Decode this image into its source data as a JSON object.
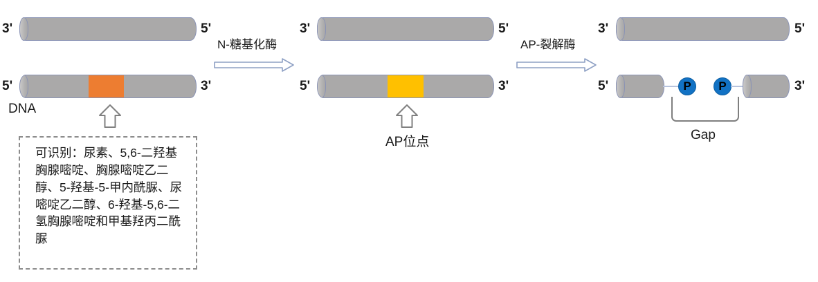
{
  "diagram": {
    "title": "DNA base excision repair: N-glycosylase and AP-lyase steps",
    "colors": {
      "strand": "#aaa9a9",
      "strand_border": "#8a93b5",
      "damaged_base": "#ed7d31",
      "ap_site": "#ffc000",
      "phosphate": "#1272c4",
      "bracket": "#7f7f7f",
      "dashed_box": "#8c8c8c",
      "arrow": "#8ea0c4"
    },
    "panels": [
      {
        "id": "panel-1",
        "name": "damaged-dna",
        "top_strand": {
          "left_end": "3'",
          "right_end": "5'"
        },
        "bottom_strand": {
          "left_end": "5'",
          "right_end": "3'"
        },
        "molecule_label": "DNA",
        "segment_label": "damaged-base",
        "pointer": "up-arrow",
        "note_box": {
          "text": "可识别：尿素、5,6-二羟基胸腺嘧啶、胸腺嘧啶乙二醇、5-羟基-5-甲内酰脲、尿嘧啶乙二醇、6-羟基-5,6-二氢胸腺嘧啶和甲基羟丙二酰脲"
        }
      },
      {
        "id": "panel-2",
        "name": "ap-site-dna",
        "top_strand": {
          "left_end": "3'",
          "right_end": "5'"
        },
        "bottom_strand": {
          "left_end": "5'",
          "right_end": "3'"
        },
        "segment_label": "ap-site",
        "pointer": "up-arrow",
        "caption": "AP位点"
      },
      {
        "id": "panel-3",
        "name": "nicked-dna-gap",
        "top_strand": {
          "left_end": "3'",
          "right_end": "5'"
        },
        "bottom_strand": {
          "left_end": "5'",
          "right_end": "3'"
        },
        "phosphates": [
          "P",
          "P"
        ],
        "caption": "Gap"
      }
    ],
    "transitions": [
      {
        "id": "transition-1",
        "label": "N-糖基化酶",
        "arrow": "right-arrow"
      },
      {
        "id": "transition-2",
        "label": "AP-裂解酶",
        "arrow": "right-arrow"
      }
    ]
  }
}
